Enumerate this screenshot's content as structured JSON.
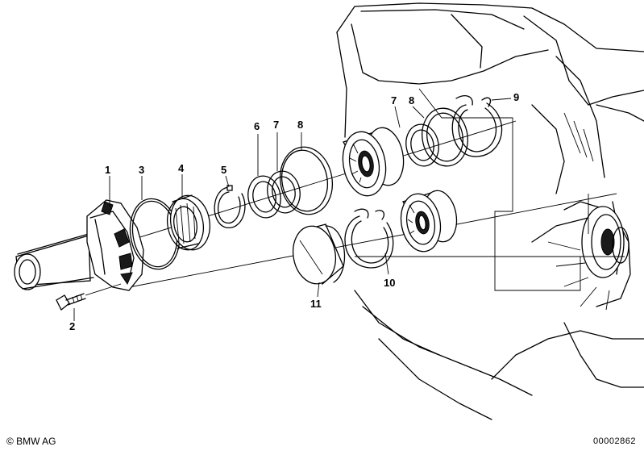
{
  "diagram": {
    "callouts": [
      {
        "id": "c1",
        "text": "1"
      },
      {
        "id": "c2",
        "text": "2"
      },
      {
        "id": "c3",
        "text": "3"
      },
      {
        "id": "c4",
        "text": "4"
      },
      {
        "id": "c5",
        "text": "5"
      },
      {
        "id": "c6",
        "text": "6"
      },
      {
        "id": "c7a",
        "text": "7"
      },
      {
        "id": "c8a",
        "text": "8"
      },
      {
        "id": "c7b",
        "text": "7"
      },
      {
        "id": "c8b",
        "text": "8"
      },
      {
        "id": "c9",
        "text": "9"
      },
      {
        "id": "c10",
        "text": "10"
      },
      {
        "id": "c11",
        "text": "11"
      }
    ]
  },
  "footer": {
    "copyright": "© BMW AG",
    "doc_number": "00002862"
  }
}
